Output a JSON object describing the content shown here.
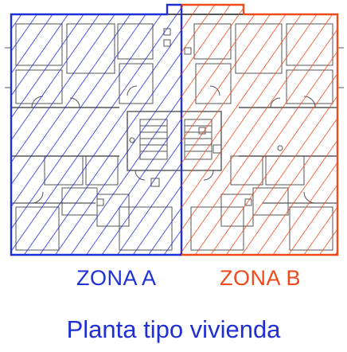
{
  "zones": {
    "a": {
      "label": "ZONA A",
      "color": "#1f2fd6"
    },
    "b": {
      "label": "ZONA B",
      "color": "#ee4a1c"
    }
  },
  "caption": {
    "text": "Planta tipo vivienda",
    "color": "#1f2fd6"
  },
  "plan": {
    "wall_color": "#555555",
    "background": "#ffffff"
  }
}
